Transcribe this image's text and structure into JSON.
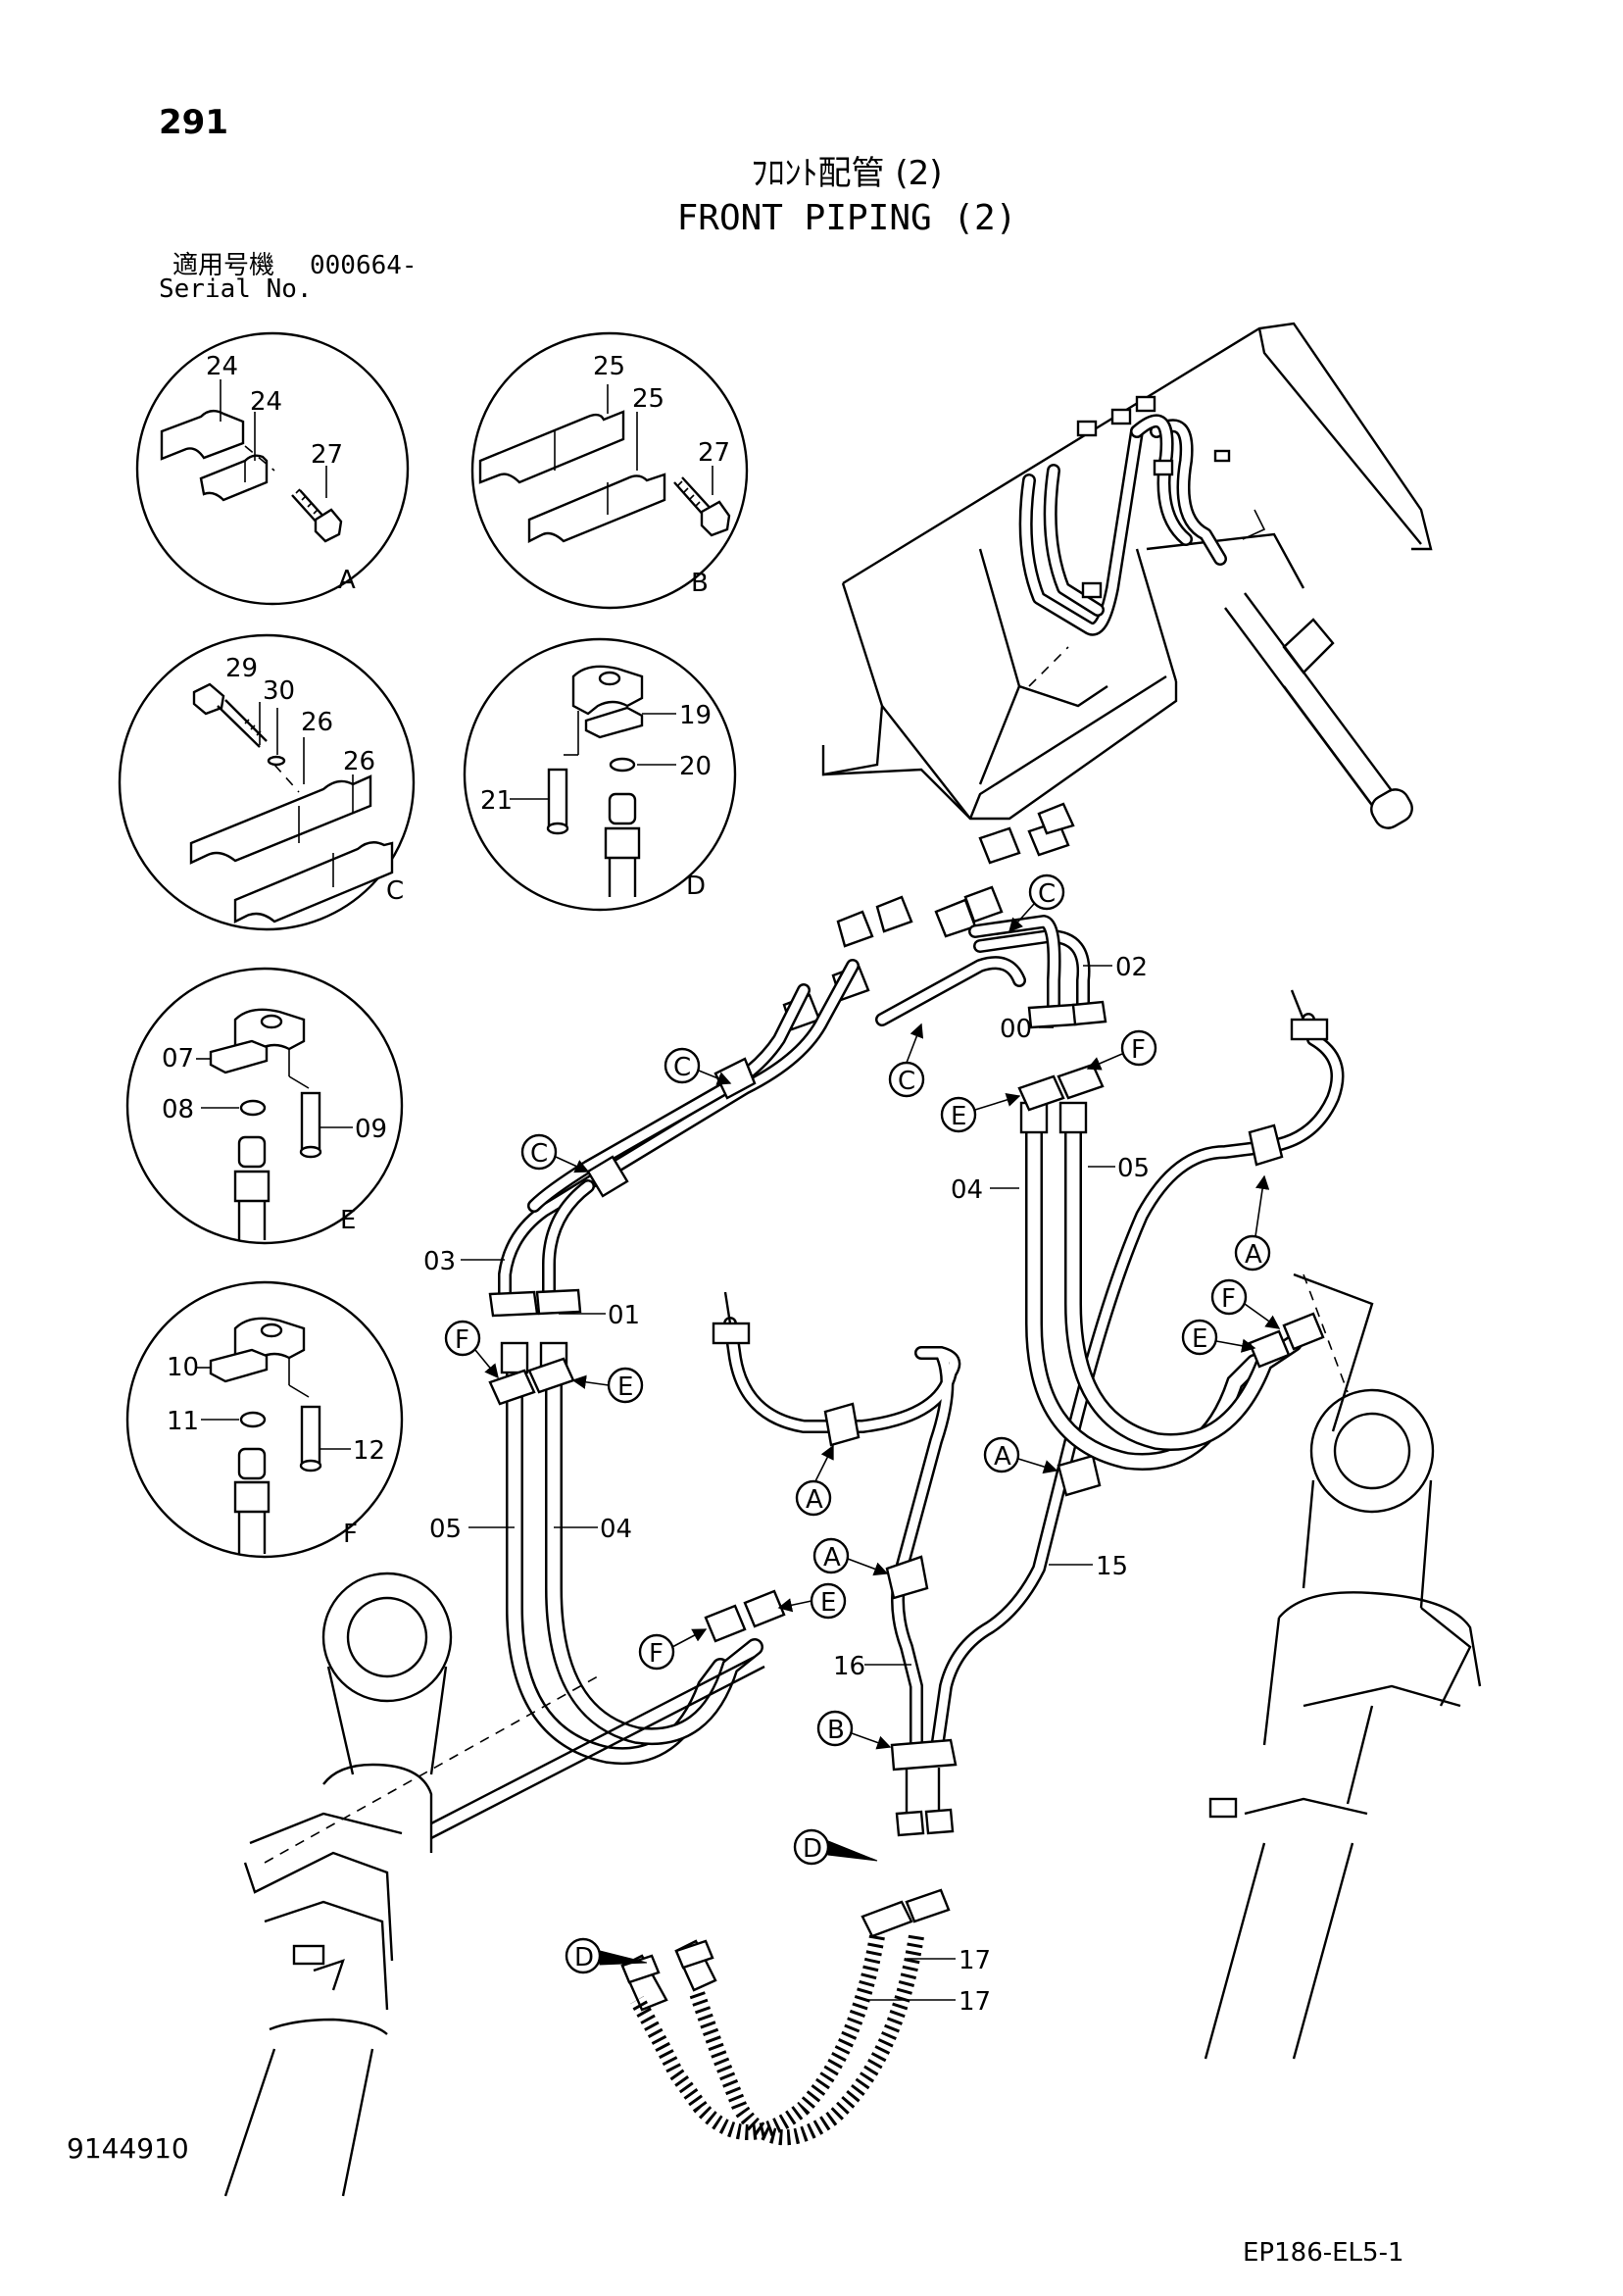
{
  "header": {
    "page_number": "291",
    "title_jp": "ﾌﾛﾝﾄ配管 (2)",
    "title_en": "FRONT PIPING (2)",
    "serial_label_jp": "適用号機",
    "serial_value": "000664-",
    "serial_label_en": "Serial No."
  },
  "detail_views": {
    "A": {
      "letter": "A",
      "parts": [
        "24",
        "24",
        "27"
      ]
    },
    "B": {
      "letter": "B",
      "parts": [
        "25",
        "25",
        "27"
      ]
    },
    "C": {
      "letter": "C",
      "parts": [
        "29",
        "30",
        "26",
        "26"
      ]
    },
    "D": {
      "letter": "D",
      "parts": [
        "19",
        "20",
        "21"
      ]
    },
    "E": {
      "letter": "E",
      "parts": [
        "07",
        "08",
        "09"
      ]
    },
    "F": {
      "letter": "F",
      "parts": [
        "10",
        "11",
        "12"
      ]
    }
  },
  "main_labels": {
    "p00": "00",
    "p01": "01",
    "p02": "02",
    "p03": "03",
    "p04a": "04",
    "p04b": "04",
    "p05a": "05",
    "p05b": "05",
    "p15": "15",
    "p16": "16",
    "p17a": "17",
    "p17b": "17"
  },
  "callouts": {
    "c1": "C",
    "c2": "C",
    "c3": "C",
    "c4": "C",
    "f1": "F",
    "f2": "F",
    "f3": "F",
    "f4": "F",
    "e1": "E",
    "e2": "E",
    "e3": "E",
    "e4": "E",
    "a1": "A",
    "a2": "A",
    "a3": "A",
    "a4": "A",
    "b1": "B",
    "d1": "D",
    "d2": "D"
  },
  "footer": {
    "drawing_number": "9144910",
    "figure_code": "EP186-EL5-1"
  }
}
